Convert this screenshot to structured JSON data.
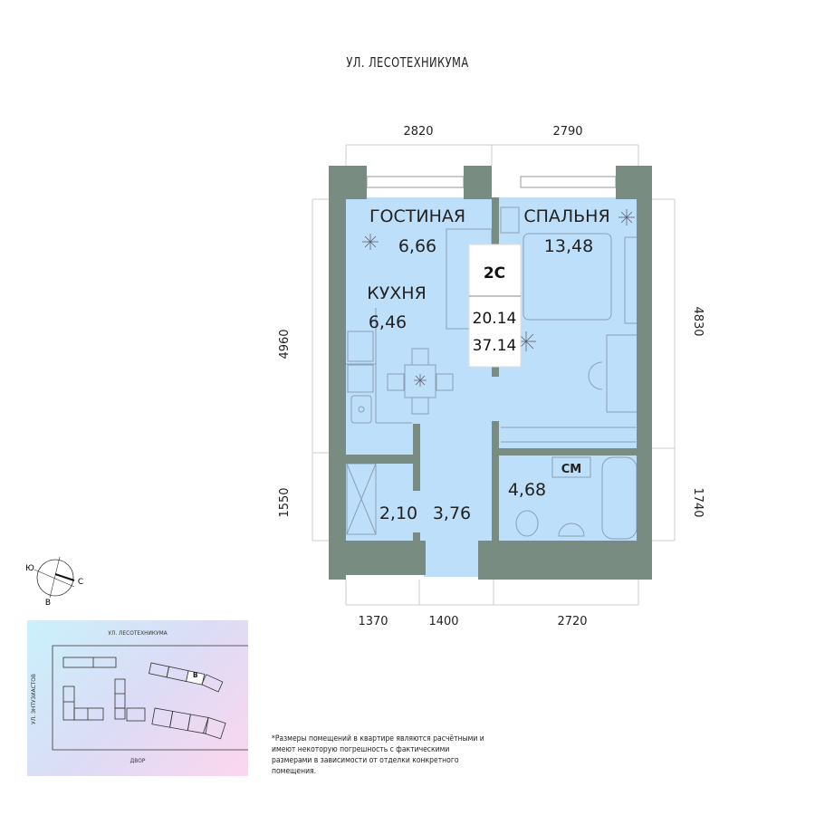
{
  "street_top": "УЛ. ЛЕСОТЕХНИКУМА",
  "apartment": {
    "type": "2С",
    "living_area": "20.14",
    "total_area": "37.14"
  },
  "rooms": {
    "living": {
      "name": "ГОСТИНАЯ",
      "area": "6,66"
    },
    "bedroom": {
      "name": "СПАЛЬНЯ",
      "area": "13,48"
    },
    "kitchen": {
      "name": "КУХНЯ",
      "area": "6,46"
    },
    "storage": {
      "area": "2,10"
    },
    "hall": {
      "area": "3,76"
    },
    "bathroom": {
      "label": "СМ",
      "area": "4,68"
    }
  },
  "dimensions": {
    "top_left": "2820",
    "top_right": "2790",
    "left_upper": "4960",
    "left_lower": "1550",
    "right_upper": "4830",
    "right_lower": "1740",
    "bottom_1": "1370",
    "bottom_2": "1400",
    "bottom_3": "2720"
  },
  "compass": {
    "south": "Ю",
    "north": "С",
    "east": "В"
  },
  "minimap": {
    "street_top": "УЛ. ЛЕСОТЕХНИКУМА",
    "street_left": "УЛ. ЭНТУЗИАСТОВ",
    "bottom": "ДВОР",
    "section": "В"
  },
  "note": "*Размеры помещений в квартире являются расчётными и имеют некоторую погрешность с фактическими размерами в зависимости от отделки конкретного помещения.",
  "colors": {
    "wall": "#788c82",
    "room": "#bedff9"
  }
}
